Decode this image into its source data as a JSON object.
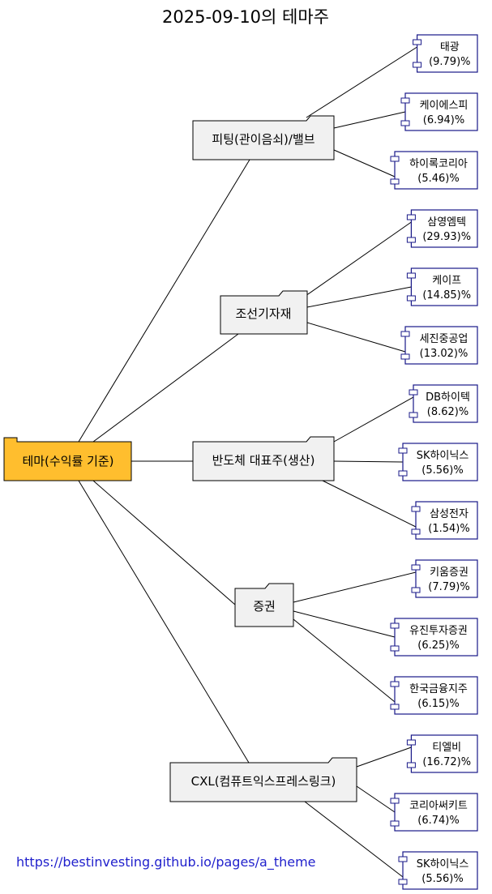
{
  "title": "2025-09-10의 테마주",
  "root": {
    "label": "테마(수익률 기준)",
    "color": "#FFBE2E"
  },
  "themes": [
    {
      "label": "피팅(관이음쇠)/밸브",
      "stocks": [
        {
          "name": "태광",
          "return": "(9.79)%"
        },
        {
          "name": "케이에스피",
          "return": "(6.94)%"
        },
        {
          "name": "하이록코리아",
          "return": "(5.46)%"
        }
      ]
    },
    {
      "label": "조선기자재",
      "stocks": [
        {
          "name": "삼영엠텍",
          "return": "(29.93)%"
        },
        {
          "name": "케이프",
          "return": "(14.85)%"
        },
        {
          "name": "세진중공업",
          "return": "(13.02)%"
        }
      ]
    },
    {
      "label": "반도체 대표주(생산)",
      "stocks": [
        {
          "name": "DB하이텍",
          "return": "(8.62)%"
        },
        {
          "name": "SK하이닉스",
          "return": "(5.56)%"
        },
        {
          "name": "삼성전자",
          "return": "(1.54)%"
        }
      ]
    },
    {
      "label": "증권",
      "stocks": [
        {
          "name": "키움증권",
          "return": "(7.79)%"
        },
        {
          "name": "유진투자증권",
          "return": "(6.25)%"
        },
        {
          "name": "한국금융지주",
          "return": "(6.15)%"
        }
      ]
    },
    {
      "label": "CXL(컴퓨트익스프레스링크)",
      "stocks": [
        {
          "name": "티엘비",
          "return": "(16.72)%"
        },
        {
          "name": "코리아써키트",
          "return": "(6.74)%"
        },
        {
          "name": "SK하이닉스",
          "return": "(5.56)%"
        }
      ]
    }
  ],
  "footer_link": "https://bestinvesting.github.io/pages/a_theme",
  "colors": {
    "folder_fill": "#F1F1F1",
    "component_border": "#181888",
    "link": "#1F1FCC"
  }
}
